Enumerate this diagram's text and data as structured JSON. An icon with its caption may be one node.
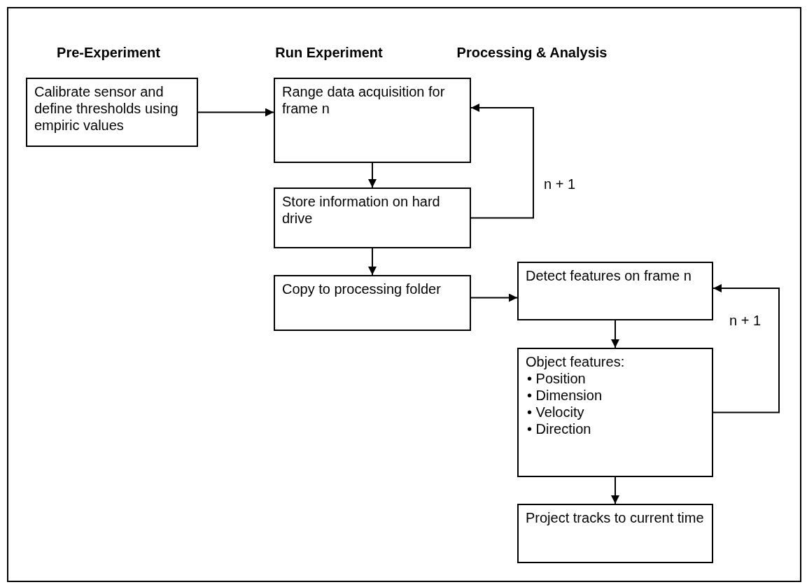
{
  "diagram": {
    "nodes": [
      {
        "text": [
          "Calibrate sensor and define thresholds using empiric values"
        ]
      },
      {
        "text": [
          "Range data acquisition for frame n"
        ]
      },
      {
        "text": [
          "Store information on hard drive"
        ]
      },
      {
        "text": [
          "Copy to processing folder"
        ]
      },
      {
        "text": [
          "Detect features on frame n"
        ]
      },
      {
        "text": [
          "Object features:",
          "• Position",
          "• Dimension",
          "• Velocity",
          "• Direction"
        ]
      },
      {
        "text": [
          "Project tracks to current time"
        ]
      }
    ],
    "edges": [
      {
        "from": 0,
        "to": 1,
        "arrow": "to"
      },
      {
        "from": 1,
        "to": 2,
        "arrow": "to"
      },
      {
        "from": 2,
        "to": 1,
        "arrow": "to",
        "label": "n + 1"
      },
      {
        "from": 2,
        "to": 3,
        "arrow": "to"
      },
      {
        "from": 3,
        "to": 4,
        "arrow": "to"
      },
      {
        "from": 4,
        "to": 5,
        "arrow": "to"
      },
      {
        "from": 5,
        "to": 4,
        "arrow": "to",
        "label": "n + 1"
      },
      {
        "from": 5,
        "to": 6,
        "arrow": "to"
      }
    ],
    "labels": [
      "Pre-Experiment",
      "Run Experiment",
      "Processing & Analysis"
    ]
  }
}
